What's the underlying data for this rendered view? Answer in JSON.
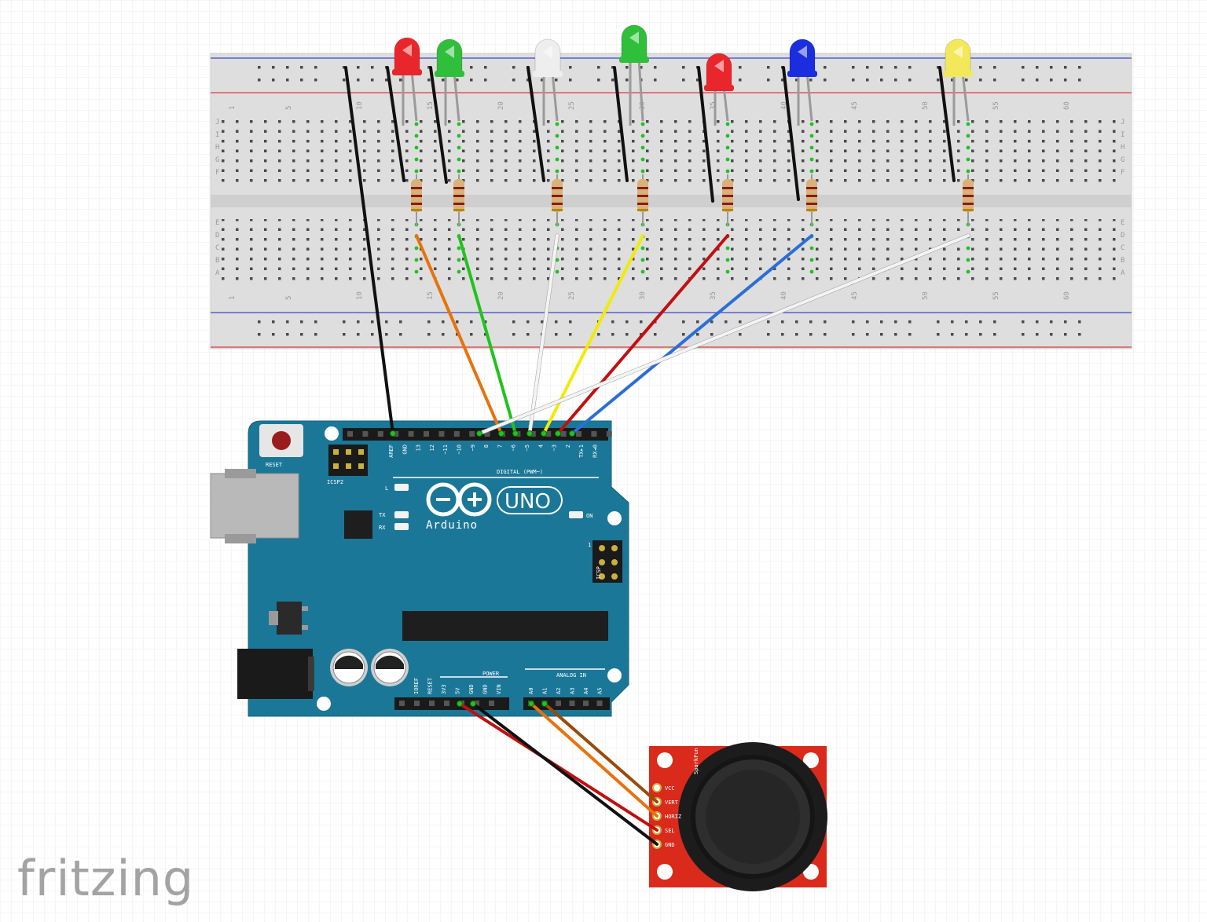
{
  "app": {
    "watermark": "fritzing"
  },
  "breadboard": {
    "column_numbers": [
      "1",
      "5",
      "10",
      "15",
      "20",
      "25",
      "30",
      "35",
      "40",
      "45",
      "50",
      "55",
      "60"
    ],
    "row_letters_top": [
      "J",
      "I",
      "H",
      "G",
      "F"
    ],
    "row_letters_bottom": [
      "E",
      "D",
      "C",
      "B",
      "A"
    ]
  },
  "leds": [
    {
      "name": "led-red-1",
      "color": "#e8262b"
    },
    {
      "name": "led-green-1",
      "color": "#2fbf3a"
    },
    {
      "name": "led-white",
      "color": "#eeeeee"
    },
    {
      "name": "led-green-2",
      "color": "#2fbf3a"
    },
    {
      "name": "led-red-2",
      "color": "#e8262b"
    },
    {
      "name": "led-blue",
      "color": "#1a2ee0"
    },
    {
      "name": "led-yellow",
      "color": "#f3e85a"
    }
  ],
  "arduino": {
    "reset_label": "RESET",
    "icsp2_label": "ICSP2",
    "icsp_label": "ICSP",
    "icsp_pin1": "1",
    "logo_text": "Arduino",
    "model_text": "UNO",
    "digital_label": "DIGITAL (PWM~)",
    "on_label": "ON",
    "led_l_label": "L",
    "tx_label": "TX",
    "rx_label": "RX",
    "power_label": "POWER",
    "analog_label": "ANALOG IN",
    "digital_pins": [
      "AREF",
      "GND",
      "13",
      "12",
      "~11",
      "~10",
      "~9",
      "8",
      "7",
      "~6",
      "~5",
      "4",
      "~3",
      "2",
      "TX▸1",
      "RX◂0"
    ],
    "power_pins": [
      "IOREF",
      "RESET",
      "3V3",
      "5V",
      "GND",
      "GND",
      "VIN"
    ],
    "analog_pins": [
      "A0",
      "A1",
      "A2",
      "A3",
      "A4",
      "A5"
    ]
  },
  "joystick": {
    "pins": [
      "VCC",
      "VERT",
      "HORIZ",
      "SEL",
      "GND"
    ],
    "side_text": "SparkFun"
  },
  "colors": {
    "board_blue": "#1b7797",
    "breadboard": "#e2e2e2",
    "joystick_board": "#d92a1c",
    "wire_black": "#111111",
    "wire_orange": "#e8720c",
    "wire_green": "#22c21f",
    "wire_white": "#f4f4f4",
    "wire_yellow": "#f2ea0a",
    "wire_red": "#c01010",
    "wire_blue": "#2b6fd6",
    "wire_brown": "#9a4a0a"
  }
}
